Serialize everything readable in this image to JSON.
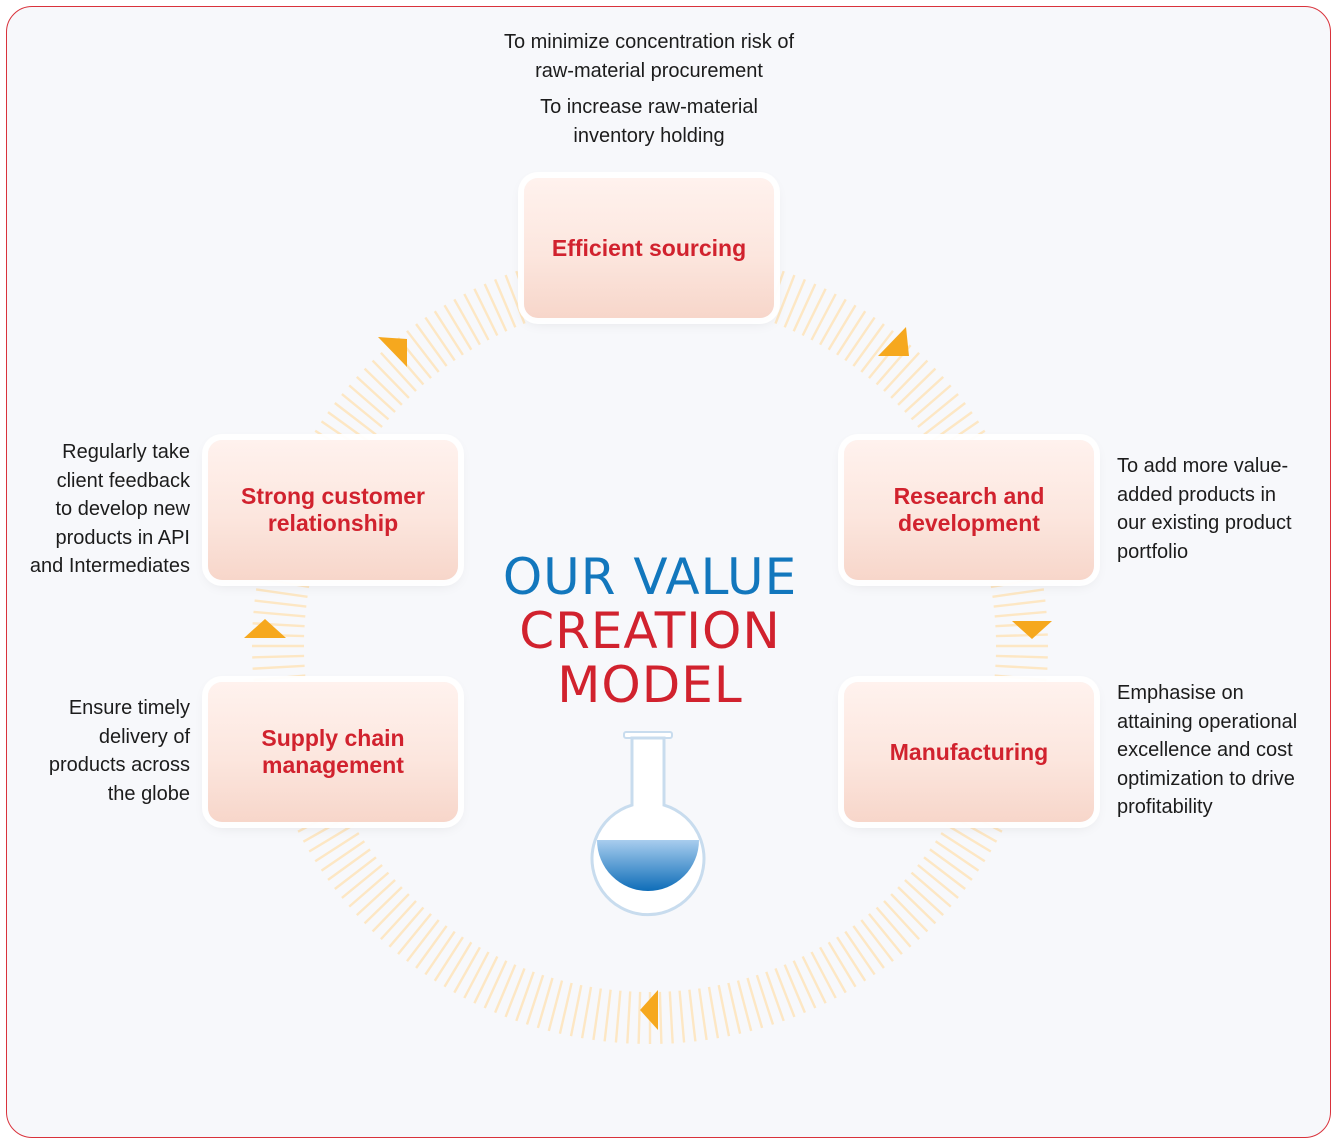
{
  "title": {
    "line1": "OUR VALUE",
    "line2": "CREATION",
    "line3": "MODEL"
  },
  "colors": {
    "red": "#d1222e",
    "blue": "#1277bd",
    "arrow": "#f6a81e",
    "border": "#d9323b"
  },
  "stages": {
    "sourcing": {
      "label": "Efficient sourcing",
      "desc": [
        "To minimize concentration risk of",
        "raw-material procurement",
        "To increase raw-material",
        "inventory holding"
      ]
    },
    "research": {
      "label_lines": [
        "Research and",
        "development"
      ],
      "desc": [
        "To add more value-",
        "added products in",
        "our existing product",
        "portfolio"
      ]
    },
    "manufacturing": {
      "label": "Manufacturing",
      "desc": [
        "Emphasise on",
        "attaining operational",
        "excellence and cost",
        "optimization to drive",
        "profitability"
      ]
    },
    "supply": {
      "label_lines": [
        "Supply chain",
        "management"
      ],
      "desc": [
        "Ensure timely",
        "delivery of",
        "products across",
        "the globe"
      ]
    },
    "customer": {
      "label_lines": [
        "Strong customer",
        "relationship"
      ],
      "desc": [
        "Regularly take",
        "client feedback",
        "to develop new",
        "products in API",
        "and Intermediates"
      ]
    }
  },
  "icons": {
    "center": "flask-icon",
    "arrows": "triangle-arrow-icon"
  }
}
